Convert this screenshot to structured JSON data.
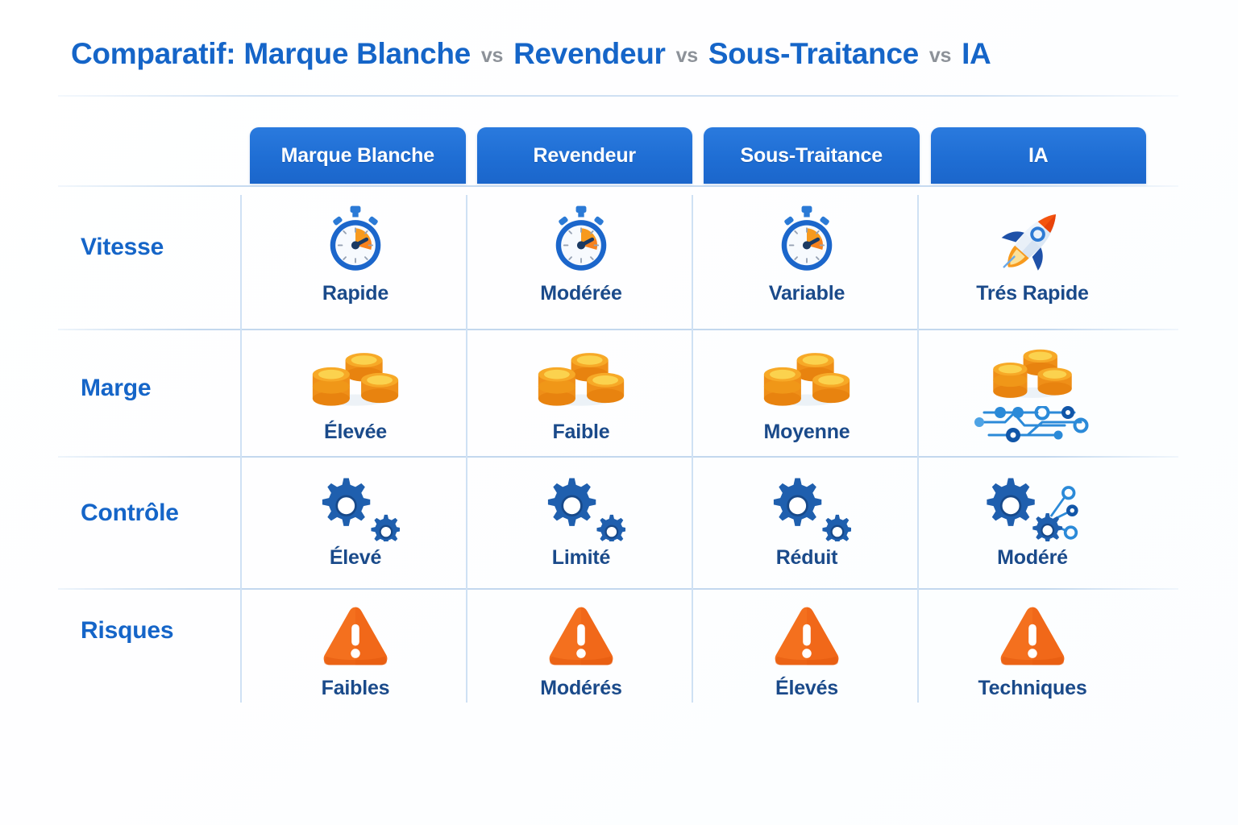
{
  "title": {
    "prefix": "Comparatif:",
    "seg1": "Marque Blanche",
    "vs1": "vs",
    "seg2": "Revendeur",
    "vs2": "vs",
    "seg3": "Sous-Traitance",
    "vs3": "vs",
    "seg4": "IA",
    "full": "Comparatif: Marque Blanche vs Revendeur vs Sous-Traitance vs IA"
  },
  "colors": {
    "header_blue": "#1f6ed4",
    "label_blue": "#1565c8",
    "value_navy": "#1a4a8a",
    "warning_orange": "#f4701e",
    "coin_gold": "#f5a623",
    "gear_blue": "#1f5fae",
    "rule_blue": "#c6daf0",
    "background": "#ffffff"
  },
  "columns": [
    {
      "label": "Marque Blanche"
    },
    {
      "label": "Revendeur"
    },
    {
      "label": "Sous-Traitance"
    },
    {
      "label": "IA"
    }
  ],
  "rows": [
    {
      "label": "Vitesse",
      "cells": [
        {
          "icon": "stopwatch-icon",
          "value": "Rapide"
        },
        {
          "icon": "stopwatch-icon",
          "value": "Modérée"
        },
        {
          "icon": "stopwatch-icon",
          "value": "Variable"
        },
        {
          "icon": "rocket-icon",
          "value": "Trés Rapide"
        }
      ]
    },
    {
      "label": "Marge",
      "cells": [
        {
          "icon": "coins-icon",
          "value": "Élevée"
        },
        {
          "icon": "coins-icon",
          "value": "Faible"
        },
        {
          "icon": "coins-icon",
          "value": "Moyenne"
        },
        {
          "icon": "coins-circuit-icon",
          "value": ""
        }
      ]
    },
    {
      "label": "Contrôle",
      "cells": [
        {
          "icon": "gears-icon",
          "value": "Élevé"
        },
        {
          "icon": "gears-icon",
          "value": "Limité"
        },
        {
          "icon": "gears-icon",
          "value": "Réduit"
        },
        {
          "icon": "gears-network-icon",
          "value": "Modéré"
        }
      ]
    },
    {
      "label": "Risques",
      "cells": [
        {
          "icon": "warning-triangle-icon",
          "value": "Faibles"
        },
        {
          "icon": "warning-triangle-icon",
          "value": "Modérés"
        },
        {
          "icon": "warning-triangle-icon",
          "value": "Élevés"
        },
        {
          "icon": "warning-triangle-icon",
          "value": "Techniques"
        }
      ]
    }
  ]
}
